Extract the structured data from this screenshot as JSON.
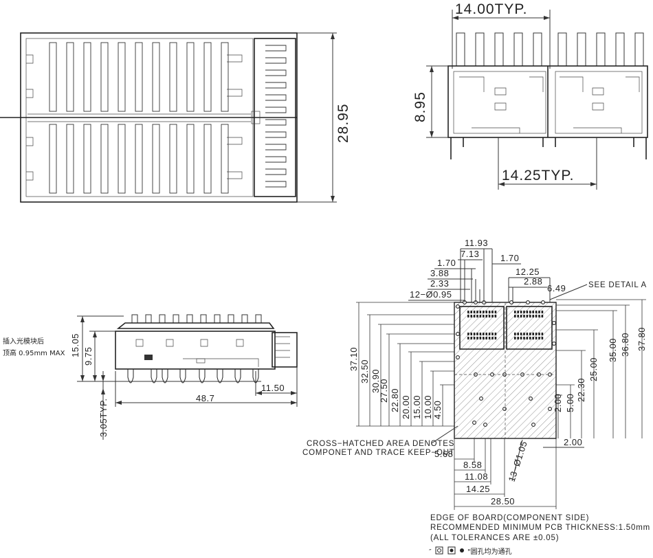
{
  "top_view": {
    "height_dim": "28.95"
  },
  "front_view": {
    "width_top": "14.00TYP.",
    "height": "8.95",
    "width_bottom": "14.25TYP."
  },
  "side_view": {
    "note_line1": "插入光模块后",
    "note_line2": "顶高 0.95mm MAX",
    "h1": "15.05",
    "h2": "9.75",
    "length": "48.7",
    "offset": "11.50",
    "pin": "3.05TYP."
  },
  "pcb_layout": {
    "top_dims": [
      "11.93",
      "7.13",
      "1.70",
      "3.88",
      "2.33",
      "1.70",
      "12.25",
      "2.88",
      "6.49"
    ],
    "holes_small": "12−Ø0.95",
    "see_detail": "SEE DETAIL A",
    "left_dims": [
      "37.10",
      "32.50",
      "30.90",
      "27.50",
      "22.80",
      "20.00",
      "15.00",
      "10.00",
      "4.50"
    ],
    "right_dims": [
      "37.80",
      "36.80",
      "35.00",
      "25.00",
      "22.30",
      "5.00",
      "2.00"
    ],
    "right_bottom_dim": "2.00",
    "holes_large": "13−Ø1.05",
    "bottom_dims": [
      "5.68",
      "8.58",
      "11.08",
      "14.25",
      "28.50"
    ],
    "hatch_note_line1": "CROSS−HATCHED AREA DENOTES",
    "hatch_note_line2": "COMPONET AND TRACE KEEP−OUT",
    "note_line1": "EDGE OF BOARD(COMPONENT SIDE)",
    "note_line2": "RECOMMENDED MINIMUM PCB THICKNESS:1.50mm",
    "note_line3": "(ALL TOLERANCES ARE ±0.05)",
    "legend_text": "\"圆孔均为通孔"
  }
}
